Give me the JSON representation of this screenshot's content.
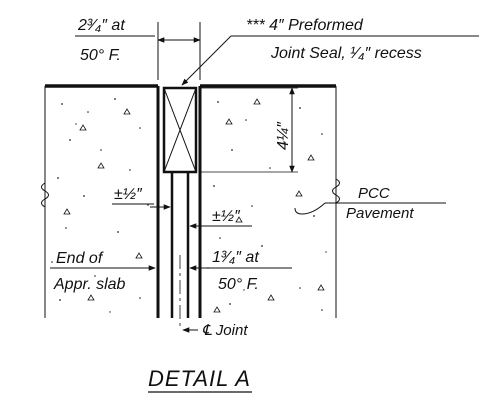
{
  "detail": {
    "title": "DETAIL A",
    "top_dim": {
      "line1": "2³⁄₄″ at",
      "line2": "50° F."
    },
    "seal_note": {
      "line1": "*** 4″ Preformed",
      "line2": "Joint Seal, ¹⁄₄″ recess"
    },
    "seal_depth": "4¼″",
    "left_tol": "±½″",
    "right_tol": "±½″",
    "pcc_label": {
      "line1": "PCC",
      "line2": "Pavement"
    },
    "end_label": {
      "line1": "End of",
      "line2": "Appr. slab"
    },
    "bottom_dim": {
      "line1": "1³⁄₄″ at",
      "line2": "50° F."
    },
    "joint_label": "℄ Joint"
  },
  "colors": {
    "ink": "#111111",
    "paper": "#ffffff"
  }
}
